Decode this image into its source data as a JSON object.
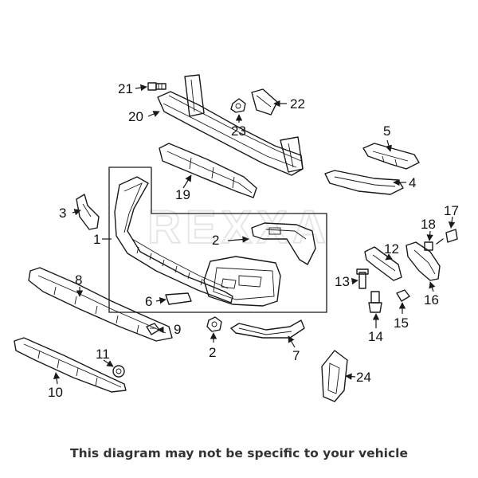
{
  "watermark": "REXXA",
  "callouts": [
    "1",
    "2",
    "2",
    "3",
    "4",
    "5",
    "6",
    "7",
    "8",
    "9",
    "10",
    "11",
    "12",
    "13",
    "14",
    "15",
    "16",
    "17",
    "18",
    "19",
    "20",
    "21",
    "22",
    "23",
    "24"
  ],
  "footer_note": "This diagram may not be specific to your vehicle"
}
